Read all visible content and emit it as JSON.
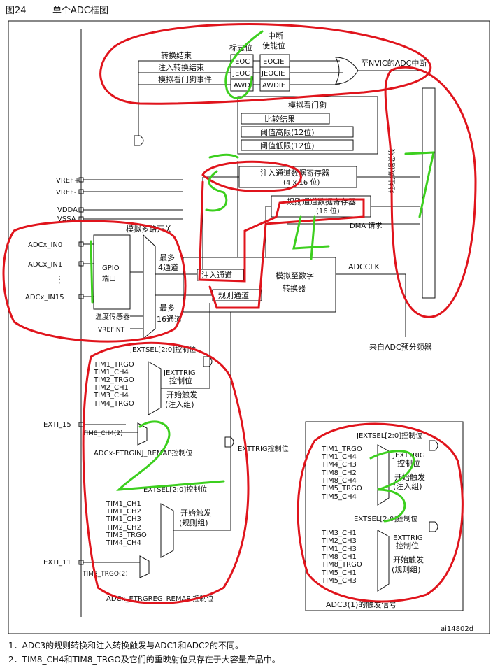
{
  "figure": {
    "number": "图24",
    "title": "单个ADC框图"
  },
  "flags": {
    "header_flag": "标志位",
    "header_int": "中断",
    "header_int2": "使能位",
    "eoc": "EOC",
    "jeoc": "JEOC",
    "awd": "AWD",
    "eocie": "EOCIE",
    "jeocie": "JEOCIE",
    "awdie": "AWDIE",
    "to_nvic": "至NVIC的ADC中断",
    "end_conv": "转换结束",
    "inj_end_conv": "注入转换结束",
    "awd_event": "模拟看门狗事件"
  },
  "watchdog": {
    "title": "模拟看门狗",
    "compare": "比较结果",
    "high": "阈值高限(12位)",
    "low": "阈值低限(12位)"
  },
  "registers": {
    "inj_title": "注入通道数据寄存器",
    "inj_size": "(4 x 16 位)",
    "reg_title": "规则通道数据寄存器",
    "reg_size": "(16 位)",
    "dma": "DMA 请求",
    "bus": "地址/数据总线"
  },
  "refs": {
    "vref_plus": "VREF+",
    "vref_minus": "VREF-",
    "vdda": "VDDA",
    "vssa": "VSSA",
    "in0": "ADCx_IN0",
    "in1": "ADCx_IN1",
    "dots": "⋮",
    "in15": "ADCx_IN15",
    "temp": "温度传感器",
    "vrefint": "VREFINT"
  },
  "mux": {
    "title": "模拟多路开关",
    "gpio": "GPIO",
    "port": "端口",
    "max4a": "最多",
    "max4b": "4通道",
    "max16a": "最多",
    "max16b": "16通道"
  },
  "converter": {
    "inj_ch": "注入通道",
    "reg_ch": "规则通道",
    "adc_a": "模拟至数字",
    "adc_b": "转换器",
    "adcclk": "ADCCLK",
    "prescaler": "来自ADC预分频器"
  },
  "inj_trigger": {
    "jextsel": "JEXTSEL[2:0]控制位",
    "sources": [
      "TIM1_TRGO",
      "TIM1_CH4",
      "TIM2_TRGO",
      "TIM2_CH1",
      "TIM3_CH4",
      "TIM4_TRGO"
    ],
    "jexttrig_a": "JEXTTRIG",
    "jexttrig_b": "控制位",
    "start_a": "开始触发",
    "start_b": "(注入组)",
    "exti15": "EXTI_15",
    "tim8_ch4": "TIM8_CH4(2)",
    "remap": "ADCx-ETRGINJ_REMAP控制位"
  },
  "reg_trigger": {
    "exttrig": "EXTTRIG控制位",
    "extsel": "EXTSEL[2:0]控制位",
    "sources": [
      "TIM1_CH1",
      "TIM1_CH2",
      "TIM1_CH3",
      "TIM2_CH2",
      "TIM3_TRGO",
      "TIM4_CH4"
    ],
    "start_a": "开始触发",
    "start_b": "(规则组)",
    "exti11": "EXTI_11",
    "tim8_trgo": "TIM8_TRGO(2)",
    "remap": "ADCx_ETRGREG_REMAP 控制位"
  },
  "adc3": {
    "jextsel": "JEXTSEL[2:0]控制位",
    "inj_sources": [
      "TIM1_TRGO",
      "TIM1_CH4",
      "TIM4_CH3",
      "TIM8_CH2",
      "TIM8_CH4",
      "TIM5_TRGO",
      "TIM5_CH4"
    ],
    "jexttrig_a": "JEXTTRIG",
    "jexttrig_b": "控制位",
    "inj_start_a": "开始触发",
    "inj_start_b": "(注入组)",
    "extsel": "EXTSEL[2:0]控制位",
    "reg_sources": [
      "TIM3_CH1",
      "TIM2_CH3",
      "TIM1_CH3",
      "TIM8_CH1",
      "TIM8_TRGO",
      "TIM5_CH1",
      "TIM5_CH3"
    ],
    "exttrig_a": "EXTTRIG",
    "exttrig_b": "控制位",
    "reg_start_a": "开始触发",
    "reg_start_b": "(规则组)",
    "caption": "ADC3(1)的触发信号"
  },
  "figure_id": "ai14802d",
  "notes": [
    "1．ADC3的规则转换和注入转换触发与ADC1和ADC2的不同。",
    "2．TIM8_CH4和TIM8_TRGO及它们的重映射位只存在于大容量产品中。"
  ],
  "colors": {
    "ink": "#111111",
    "annot_red": "#e0141c",
    "annot_green": "#3ccf1e"
  },
  "annotations": {
    "n1": "1",
    "n2": "2",
    "n3": "3",
    "n4": "4",
    "n5": "5"
  }
}
